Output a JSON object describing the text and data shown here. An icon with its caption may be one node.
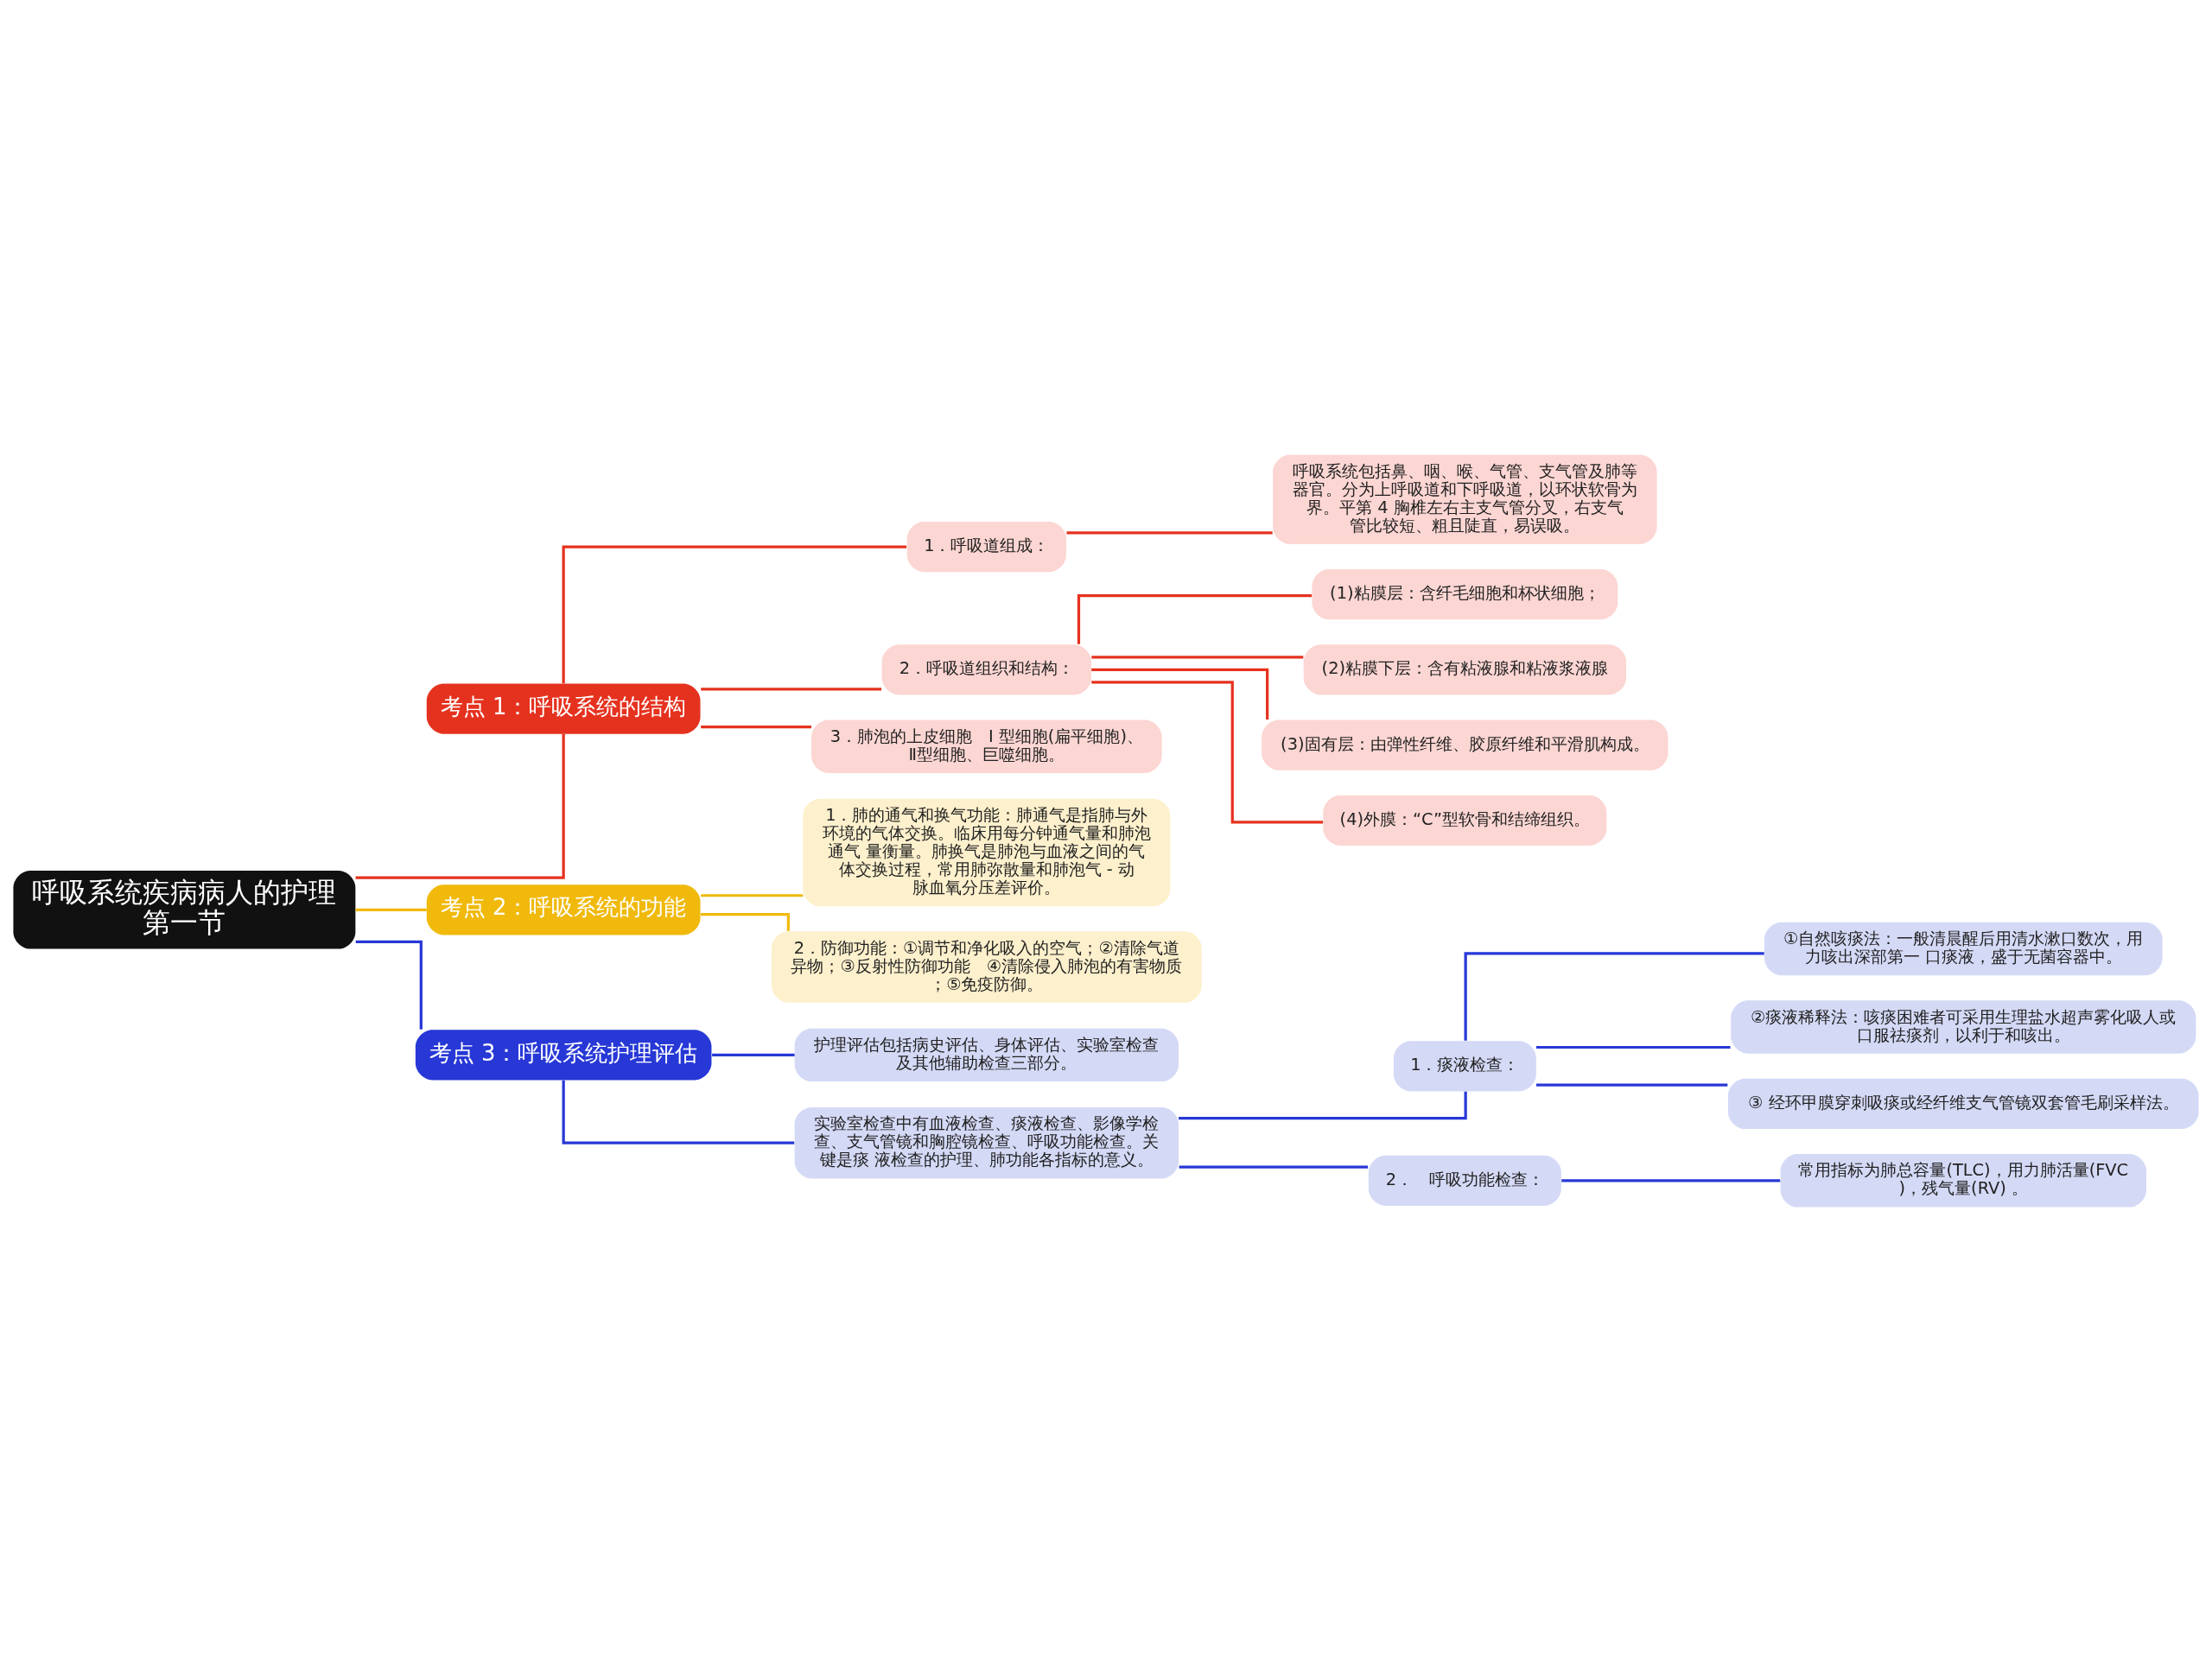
{
  "diagram": {
    "nodes": [
      {
        "text": [
          "呼吸系统疾病病人的护理第一节"
        ]
      },
      {
        "text": [
          "考点 1：呼吸系统的结构"
        ]
      },
      {
        "text": [
          "1．呼吸道组成："
        ]
      },
      {
        "text": [
          "呼吸系统包括鼻、咽、喉、气管、支气管及肺等器官。分为上呼吸道和下呼吸道，以环状软骨为界。平第 4 胸椎左右主支气管分叉，右支气管比较短、粗且陡直，易误吸。"
        ]
      },
      {
        "text": [
          "2．呼吸道组织和结构："
        ]
      },
      {
        "text": [
          "(1)粘膜层：含纤毛细胞和杯状细胞；"
        ]
      },
      {
        "text": [
          "(2)粘膜下层：含有粘液腺和粘液浆液腺"
        ]
      },
      {
        "text": [
          "(3)固有层：由弹性纤维、胶原纤维和平滑肌构成。"
        ]
      },
      {
        "text": [
          "(4)外膜：“C”型软骨和结缔组织。"
        ]
      },
      {
        "text": [
          "3．肺泡的上皮细胞　Ⅰ 型细胞(扁平细胞)、Ⅱ型细胞、巨噬细胞。"
        ]
      },
      {
        "text": [
          "考点 2：呼吸系统的功能"
        ]
      },
      {
        "text": [
          "1．肺的通气和换气功能：肺通气是指肺与外环境的气体交换。临床用每分钟通气量和肺泡通气 量衡量。肺换气是肺泡与血液之间的气体交换过程，常用肺弥散量和肺泡气 - 动脉血氧分压差评价。"
        ]
      },
      {
        "text": [
          "2．防御功能：①调节和净化吸入的空气；②清除气道异物；③反射性防御功能　④清除侵入肺泡的有害物质；⑤免疫防御。"
        ]
      },
      {
        "text": [
          "考点 3：呼吸系统护理评估"
        ]
      },
      {
        "text": [
          "护理评估包括病史评估、身体评估、实验室检查及其他辅助检查三部分。"
        ]
      },
      {
        "text": [
          "实验室检查中有血液检查、痰液检查、影像学检查、支气管镜和胸腔镜检查、呼吸功能检查。关键是痰 液检查的护理、肺功能各指标的意义。"
        ]
      },
      {
        "text": [
          "1．痰液检查："
        ]
      },
      {
        "text": [
          "①自然咳痰法：一般清晨醒后用清水漱口数次，用力咳出深部第一 口痰液，盛于无菌容器中。"
        ]
      },
      {
        "text": [
          "②痰液稀释法：咳痰困难者可采用生理盐水超声雾化吸人或口服祛痰剂，以利于和咳出。"
        ]
      },
      {
        "text": [
          "③ 经环甲膜穿刺吸痰或经纤维支气管镜双套管毛刷采样法。"
        ]
      },
      {
        "text": [
          "2．　呼吸功能检查："
        ]
      },
      {
        "text": [
          "常用指标为肺总容量(TLC)，用力肺活量(FVC)，残气量(RV) 。"
        ]
      }
    ],
    "edges": [
      {
        "from": 0,
        "to": 1,
        "arrow": "none",
        "color": "#e5321f"
      },
      {
        "from": 1,
        "to": 2,
        "arrow": "none",
        "color": "#e5321f"
      },
      {
        "from": 2,
        "to": 3,
        "arrow": "none",
        "color": "#e5321f"
      },
      {
        "from": 1,
        "to": 4,
        "arrow": "none",
        "color": "#e5321f"
      },
      {
        "from": 4,
        "to": 5,
        "arrow": "none",
        "color": "#e5321f"
      },
      {
        "from": 4,
        "to": 6,
        "arrow": "none",
        "color": "#e5321f"
      },
      {
        "from": 4,
        "to": 7,
        "arrow": "none",
        "color": "#e5321f"
      },
      {
        "from": 4,
        "to": 8,
        "arrow": "none",
        "color": "#e5321f"
      },
      {
        "from": 1,
        "to": 9,
        "arrow": "none",
        "color": "#e5321f"
      },
      {
        "from": 0,
        "to": 10,
        "arrow": "none",
        "color": "#f0b90b"
      },
      {
        "from": 10,
        "to": 11,
        "arrow": "none",
        "color": "#f0b90b"
      },
      {
        "from": 10,
        "to": 12,
        "arrow": "none",
        "color": "#f0b90b"
      },
      {
        "from": 0,
        "to": 13,
        "arrow": "none",
        "color": "#2738d6"
      },
      {
        "from": 13,
        "to": 14,
        "arrow": "none",
        "color": "#2738d6"
      },
      {
        "from": 13,
        "to": 15,
        "arrow": "none",
        "color": "#2738d6"
      },
      {
        "from": 15,
        "to": 16,
        "arrow": "none",
        "color": "#2738d6"
      },
      {
        "from": 16,
        "to": 17,
        "arrow": "none",
        "color": "#2738d6"
      },
      {
        "from": 16,
        "to": 18,
        "arrow": "none",
        "color": "#2738d6"
      },
      {
        "from": 16,
        "to": 19,
        "arrow": "none",
        "color": "#2738d6"
      },
      {
        "from": 15,
        "to": 20,
        "arrow": "none",
        "color": "#2738d6"
      },
      {
        "from": 20,
        "to": 21,
        "arrow": "none",
        "color": "#2738d6"
      }
    ]
  }
}
